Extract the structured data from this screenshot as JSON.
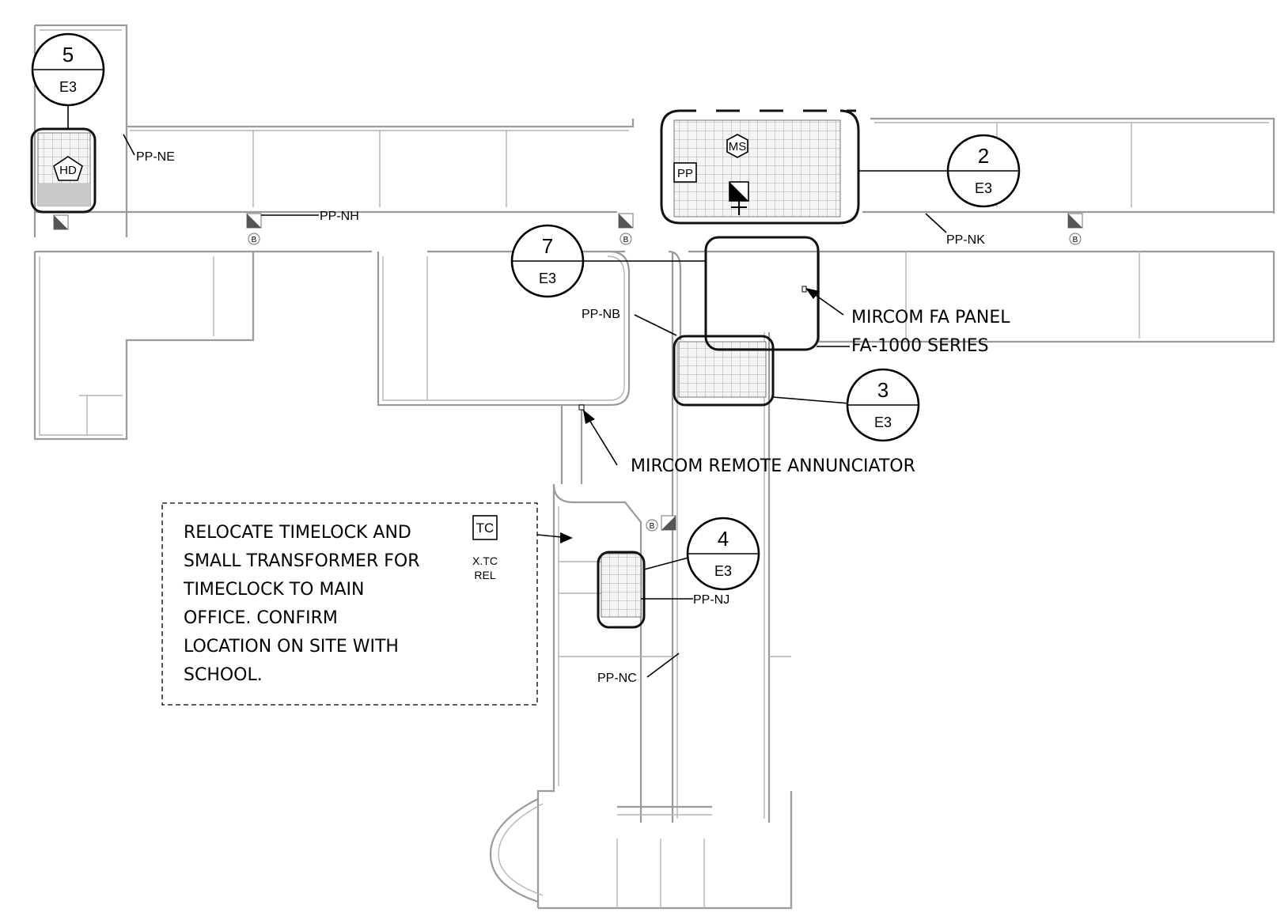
{
  "detail_bubbles": [
    {
      "id": "5",
      "number": "5",
      "sheet": "E3"
    },
    {
      "id": "2",
      "number": "2",
      "sheet": "E3"
    },
    {
      "id": "7",
      "number": "7",
      "sheet": "E3"
    },
    {
      "id": "3",
      "number": "3",
      "sheet": "E3"
    },
    {
      "id": "4",
      "number": "4",
      "sheet": "E3"
    }
  ],
  "panel_labels": {
    "pp_ne": "PP-NE",
    "pp_nh": "PP-NH",
    "pp_nk": "PP-NK",
    "pp_nb": "PP-NB",
    "pp_nj": "PP-NJ",
    "pp_nc": "PP-NC"
  },
  "symbols": {
    "hd": "HD",
    "ms": "MS",
    "pp": "PP",
    "b": "B",
    "tc": "TC",
    "xtc_line1": "X.TC",
    "xtc_line2": "REL"
  },
  "callouts": {
    "fa_panel_line1": "MIRCOM FA PANEL",
    "fa_panel_line2": "FA-1000 SERIES",
    "annunciator": "MIRCOM REMOTE ANNUNCIATOR"
  },
  "note": {
    "lines": [
      "RELOCATE TIMELOCK AND",
      "SMALL TRANSFORMER FOR",
      "TIMECLOCK TO MAIN",
      "OFFICE.  CONFIRM",
      "LOCATION ON SITE WITH",
      "SCHOOL."
    ]
  }
}
